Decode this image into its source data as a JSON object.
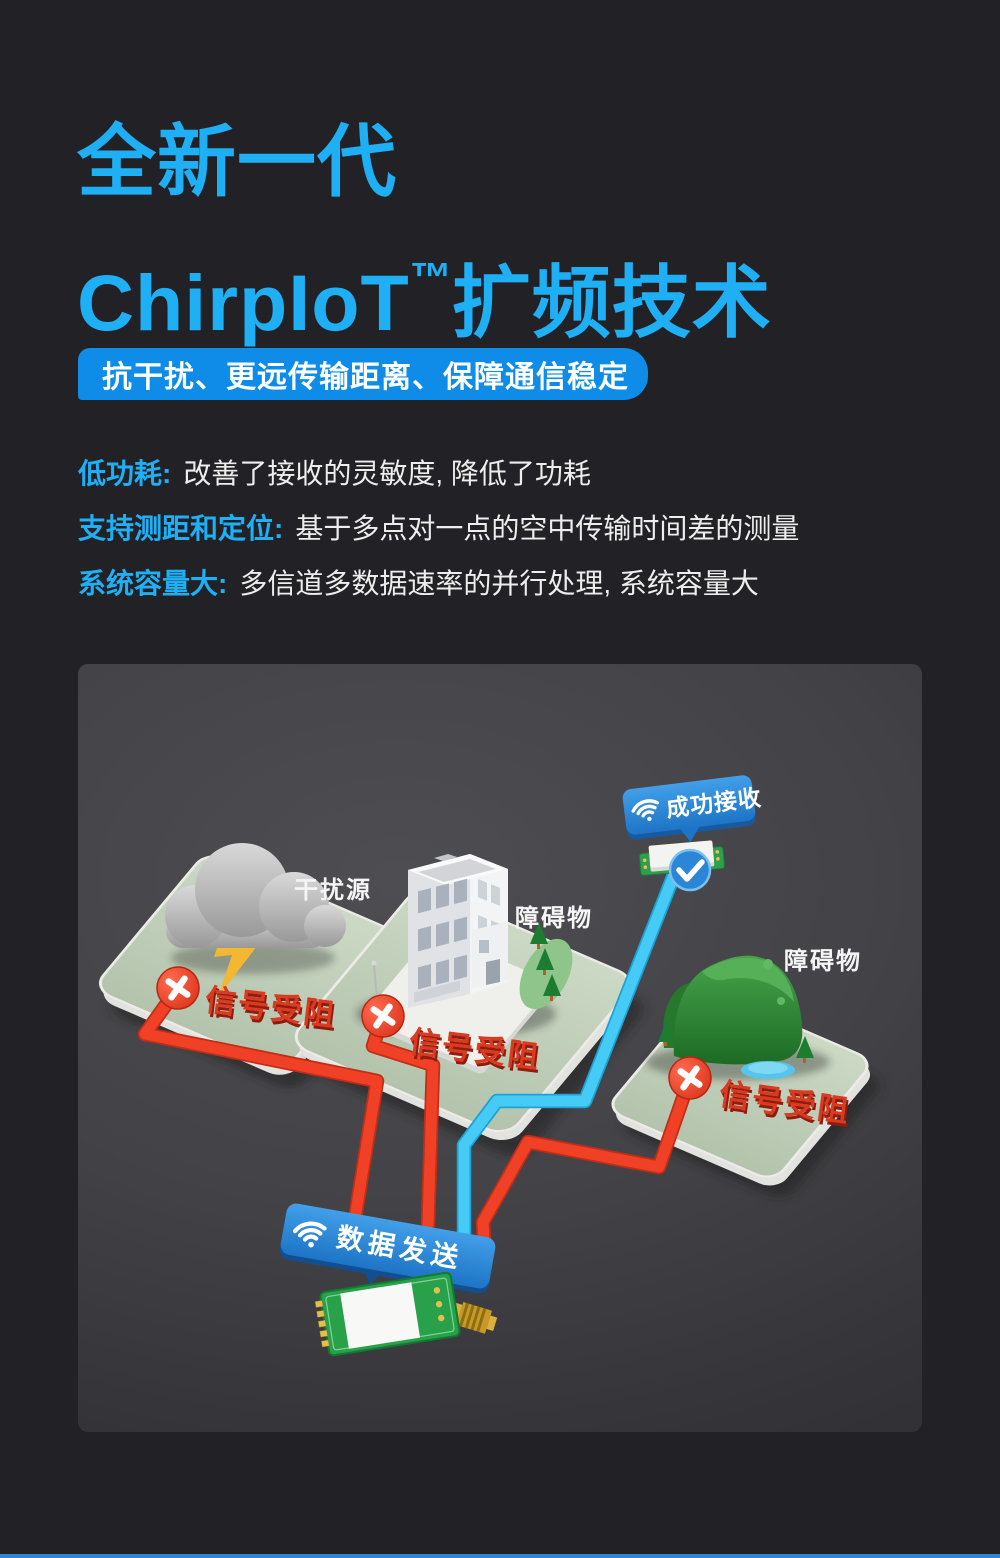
{
  "page": {
    "background": "#222226",
    "bottom_strip_color": "#2f86d2"
  },
  "hero": {
    "title_line1": "全新一代",
    "title_latin": "ChirpIoT",
    "title_tm": "™",
    "title_cn": "扩频技术",
    "title_color": "#1eaff5",
    "banner_text": "抗干扰、更远传输距离、保障通信稳定",
    "banner_bg": "#0f8ce8"
  },
  "features": [
    {
      "label": "低功耗:",
      "text": "改善了接收的灵敏度, 降低了功耗"
    },
    {
      "label": "支持测距和定位:",
      "text": "基于多点对一点的空中传输时间差的测量"
    },
    {
      "label": "系统容量大:",
      "text": "多信道多数据速率的并行处理, 系统容量大"
    }
  ],
  "diagram": {
    "interference_label": "干扰源",
    "obstacle_label_building": "障碍物",
    "obstacle_label_mountain": "障碍物",
    "blocked_label_cloud": "信号受阻",
    "blocked_label_building": "信号受阻",
    "blocked_label_mountain": "信号受阻",
    "receive_label": "成功接收",
    "send_label": "数据发送",
    "colors": {
      "blocked_line": "#f04127",
      "success_line": "#45cbf5",
      "bubble_blue": "#2b86d8",
      "badge_red": "#e03a24",
      "platform_green": "#c6d4bf",
      "mountain_green": "#2b7f31",
      "lightning_yellow": "#f2b832"
    }
  }
}
